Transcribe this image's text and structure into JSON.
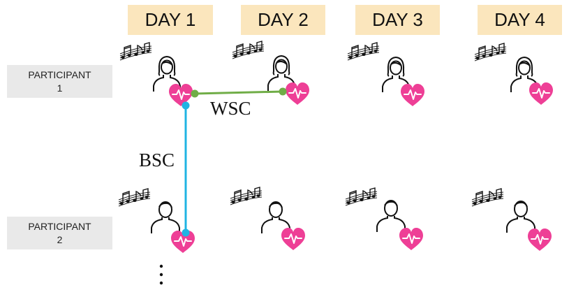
{
  "days": [
    "DAY 1",
    "DAY 2",
    "DAY 3",
    "DAY 4"
  ],
  "participants": [
    {
      "line1": "PARTICIPANT",
      "line2": "1"
    },
    {
      "line1": "PARTICIPANT",
      "line2": "2"
    }
  ],
  "labels": {
    "wsc": "WSC",
    "bsc": "BSC",
    "ellipsis": "⋮"
  },
  "colors": {
    "day_bg": "#fbe6bd",
    "participant_bg": "#e9e9e9",
    "heart": "#ee3f96",
    "wsc_line": "#70ad47",
    "bsc_line": "#1fb4e3"
  }
}
